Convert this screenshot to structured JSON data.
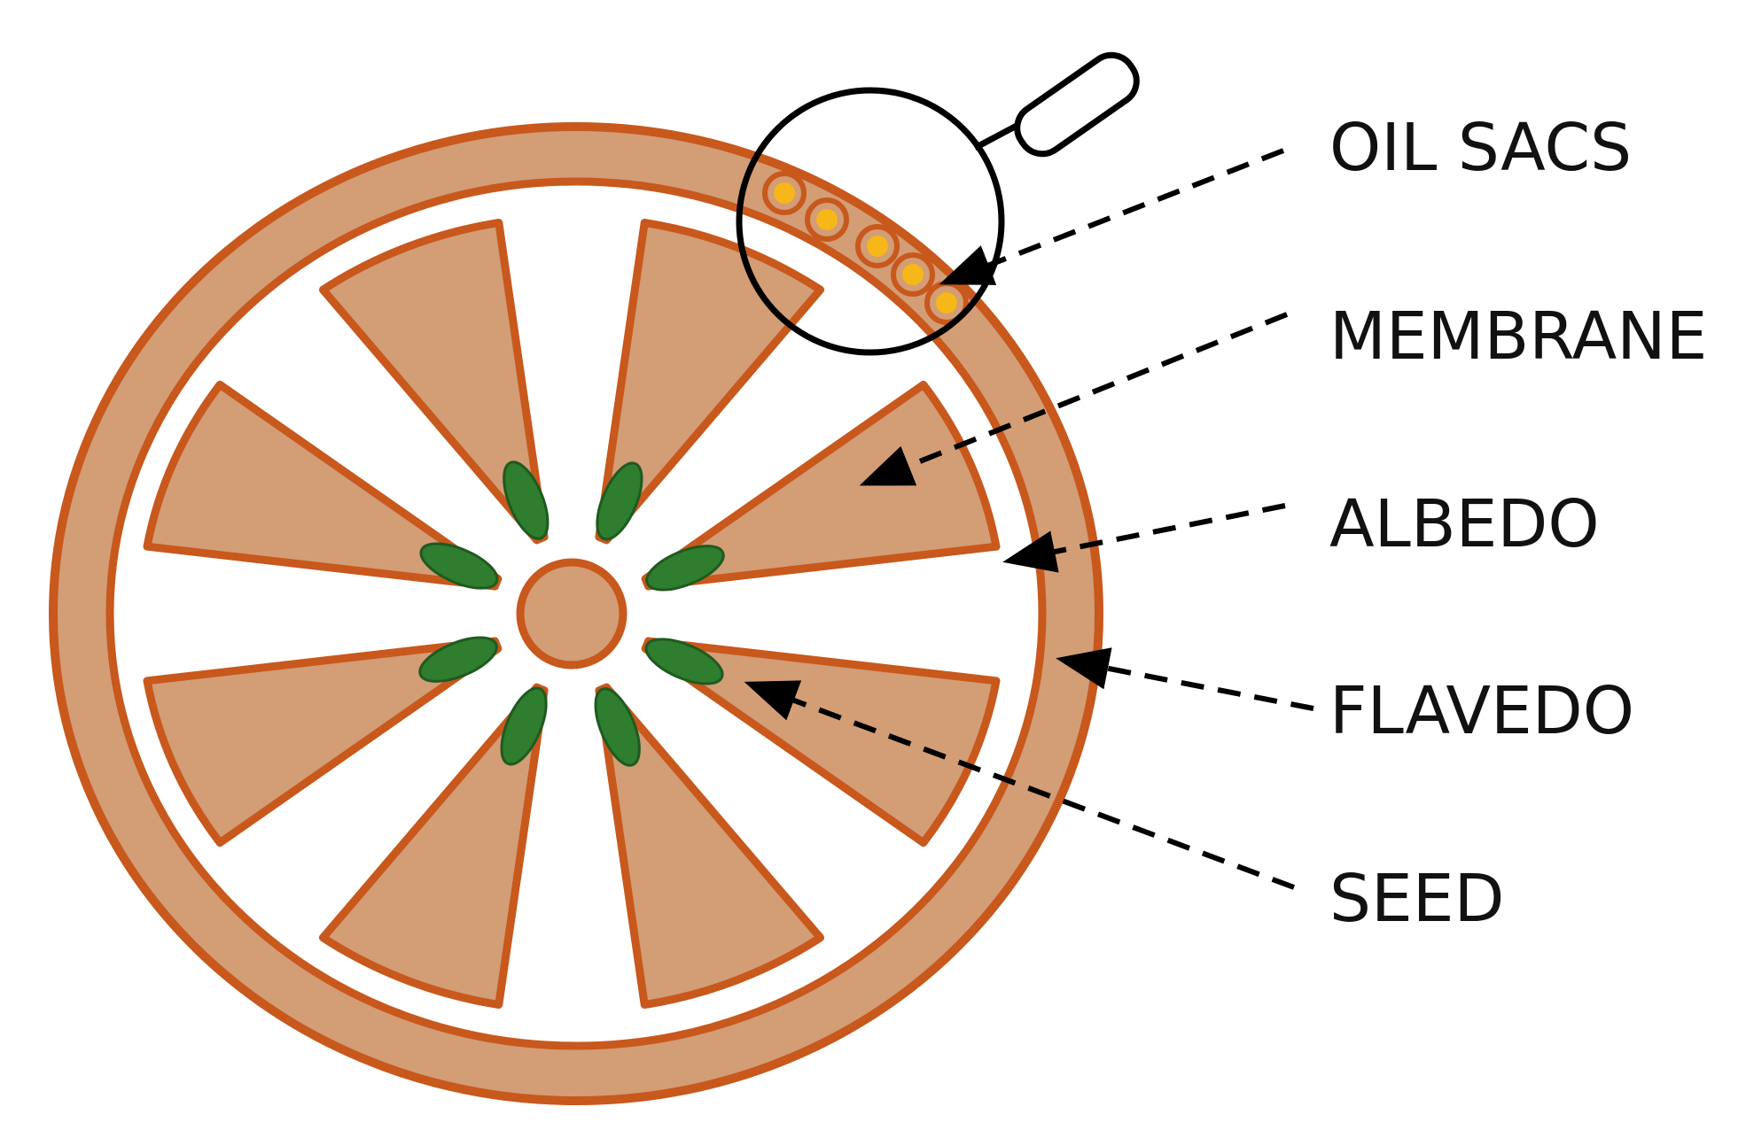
{
  "diagram": {
    "labels": {
      "oil_sacs": "OIL SACS",
      "membrane": "MEMBRANE",
      "albedo": "ALBEDO",
      "flavedo": "FLAVEDO",
      "seed": "SEED"
    },
    "colors": {
      "outline": "#c8581c",
      "flesh": "#d39d76",
      "seed": "#2f7d2f",
      "seed_outline": "#1f5a1f",
      "oil_sac": "#f6b719",
      "arrow": "#000000",
      "text": "#111111",
      "background": "#ffffff"
    },
    "segment_count": 8,
    "seed_count": 8,
    "oil_sac_count": 5
  }
}
